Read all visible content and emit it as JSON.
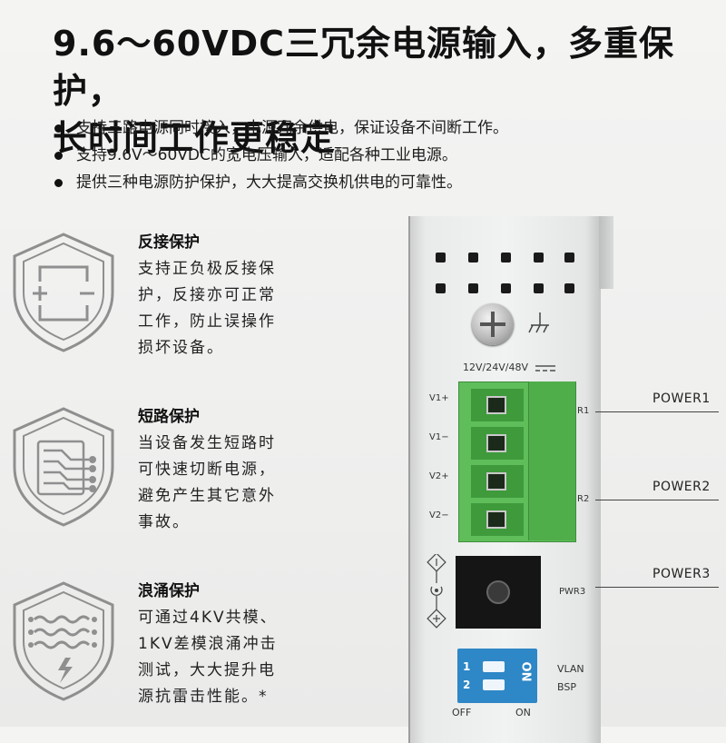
{
  "title_line1": "9.6～60VDC三冗余电源输入，多重保护，",
  "title_line2": "长时间工作更稳定",
  "bullets": [
    "支持三路电源同时接入，电源冗余供电，保证设备不间断工作。",
    "支持9.6V～60VDC的宽电压输入，适配各种工业电源。",
    "提供三种电源防护保护，大大提高交换机供电的可靠性。"
  ],
  "features": [
    {
      "title": "反接保护",
      "lines": [
        "支持正负极反接保",
        "护，反接亦可正常",
        "工作，防止误操作",
        "损坏设备。"
      ]
    },
    {
      "title": "短路保护",
      "lines": [
        "当设备发生短路时",
        "可快速切断电源，",
        "避免产生其它意外",
        "事故。"
      ]
    },
    {
      "title": "浪涌保护",
      "lines": [
        "可通过4KV共模、",
        "1KV差模浪涌冲击",
        "测试，大大提升电",
        "源抗雷击性能。*"
      ]
    }
  ],
  "device": {
    "voltage_label": "12V/24V/48V",
    "pin_labels": [
      "V1+",
      "V1−",
      "V2+",
      "V2−"
    ],
    "r1": "R1",
    "r2": "R2",
    "pwr3": "PWR3",
    "dip_vlan": "VLAN",
    "dip_bsp": "BSP",
    "dip_off": "OFF",
    "dip_on": "ON",
    "dip_on_vertical": "ON",
    "dip_nums": [
      "1",
      "2"
    ]
  },
  "callouts": [
    "POWER1",
    "POWER2",
    "POWER3"
  ],
  "colors": {
    "terminal_green": "#5fbd5a",
    "dip_blue": "#2e87c6",
    "shield_gray": "#8f8f8f"
  }
}
